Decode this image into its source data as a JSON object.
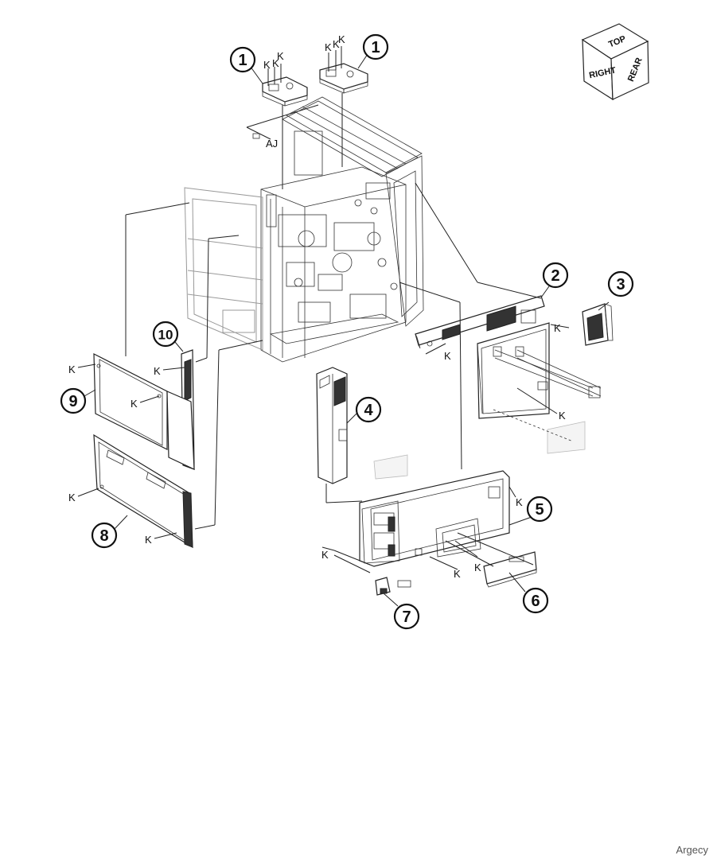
{
  "orientation": {
    "top": "TOP",
    "right": "RIGHT",
    "rear": "REAR"
  },
  "fastener_label": "K",
  "reference_label": "AJ",
  "callouts": [
    "1",
    "1",
    "2",
    "3",
    "4",
    "5",
    "6",
    "7",
    "8",
    "9",
    "10"
  ],
  "watermark": "Argecy"
}
